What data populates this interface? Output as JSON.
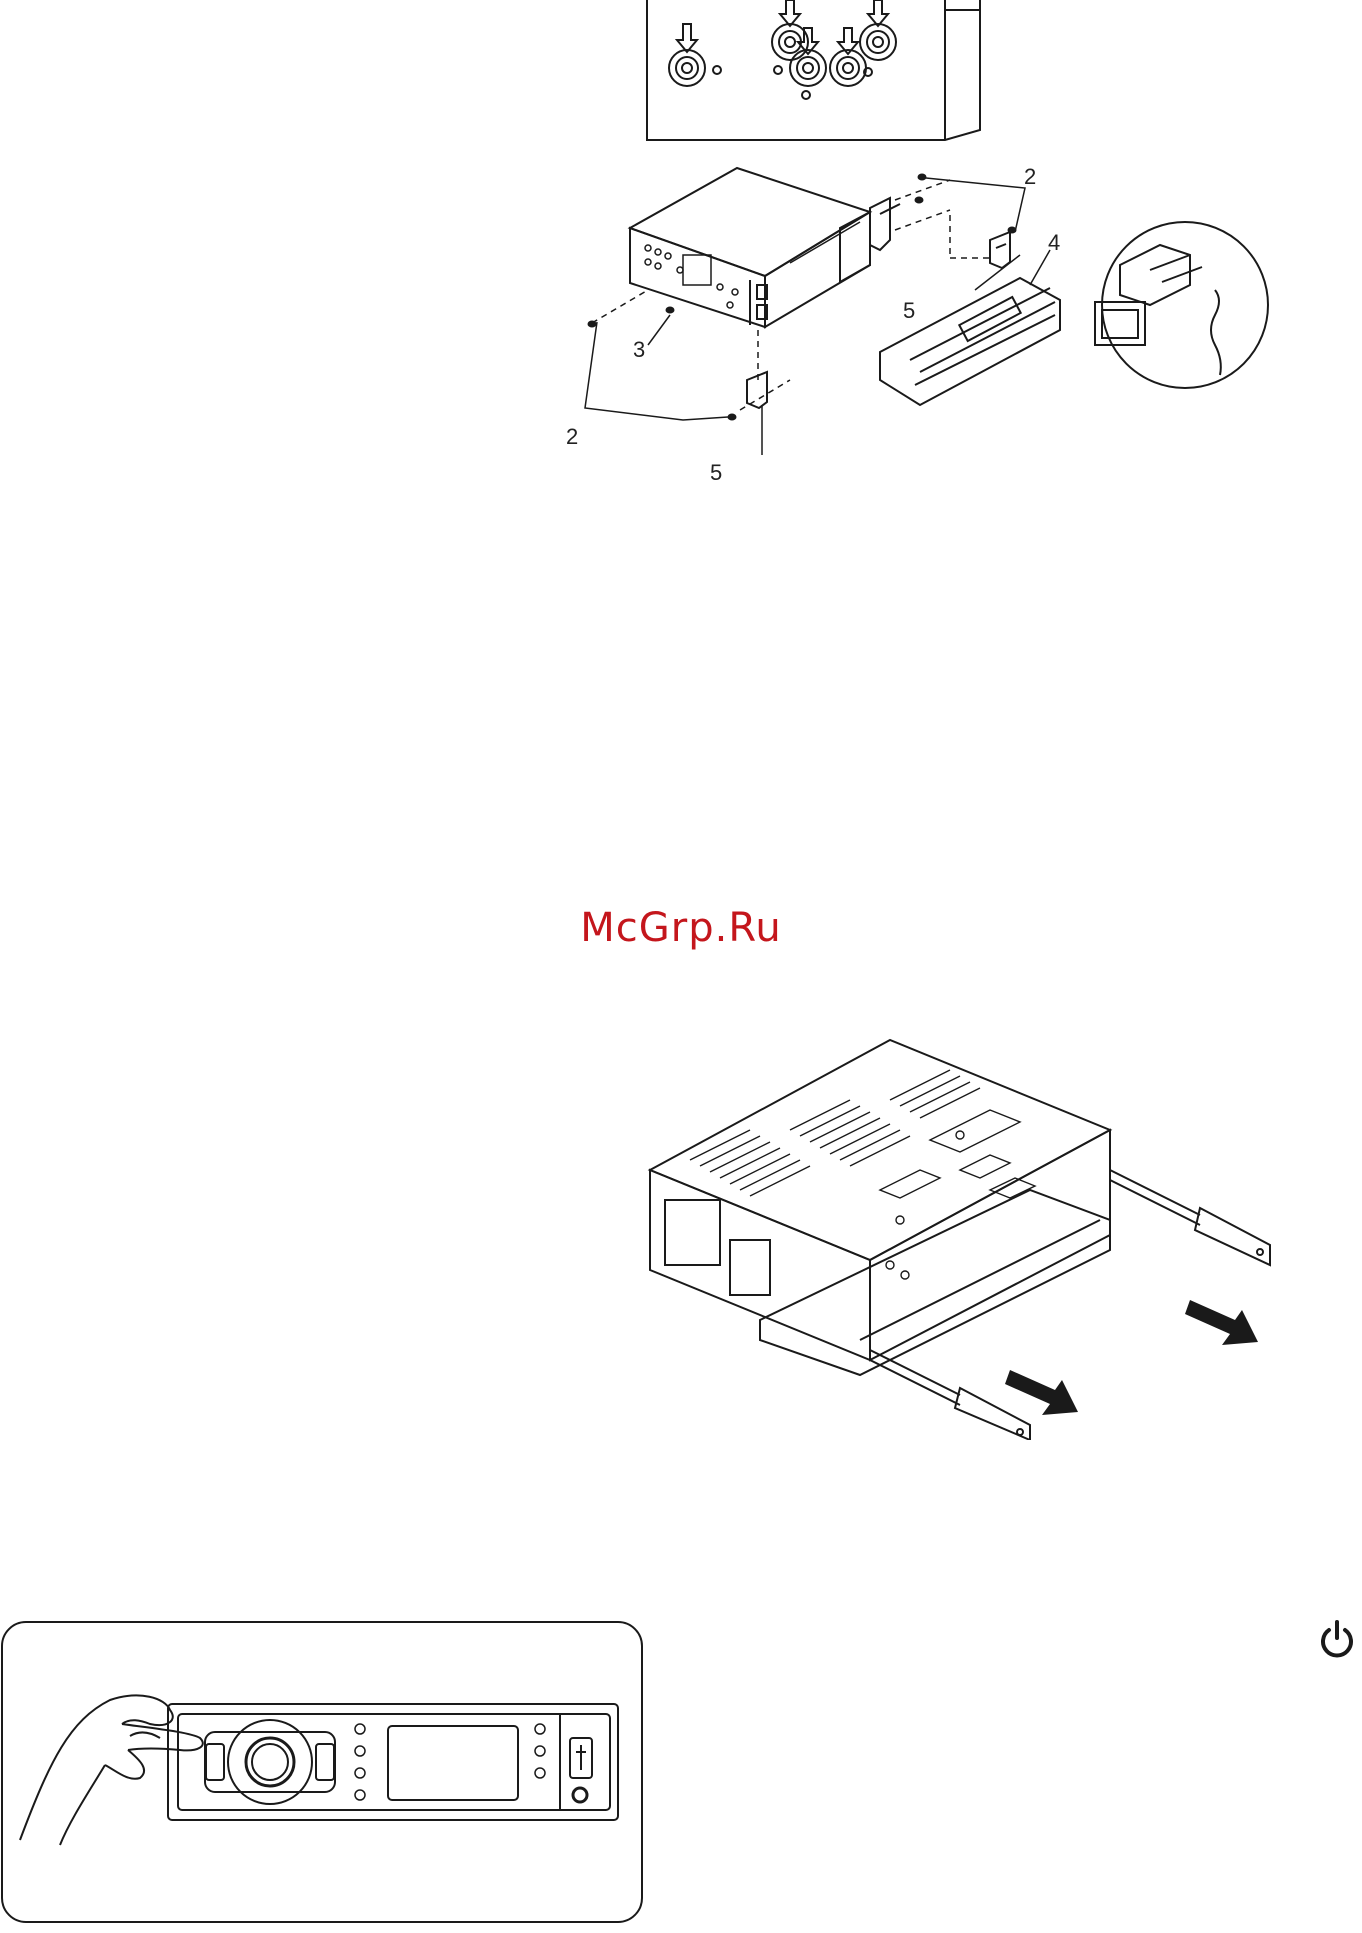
{
  "watermark": {
    "text": "McGrp.Ru",
    "color": "#c4161c"
  },
  "figure_top": {
    "callouts": {
      "screw_a": "2",
      "screw_b": "2",
      "part_3": "3",
      "part_4": "4",
      "bracket_a": "5",
      "bracket_b": "5"
    }
  },
  "figure_middle": {
    "arrows": "right-down-arrow-icon"
  },
  "figure_bottom": {
    "icons": [
      "usb-icon",
      "knob-icon"
    ]
  },
  "power_icon": "power-icon",
  "colors": {
    "line": "#1a1a1a",
    "accent": "#c4161c",
    "background": "#ffffff"
  }
}
